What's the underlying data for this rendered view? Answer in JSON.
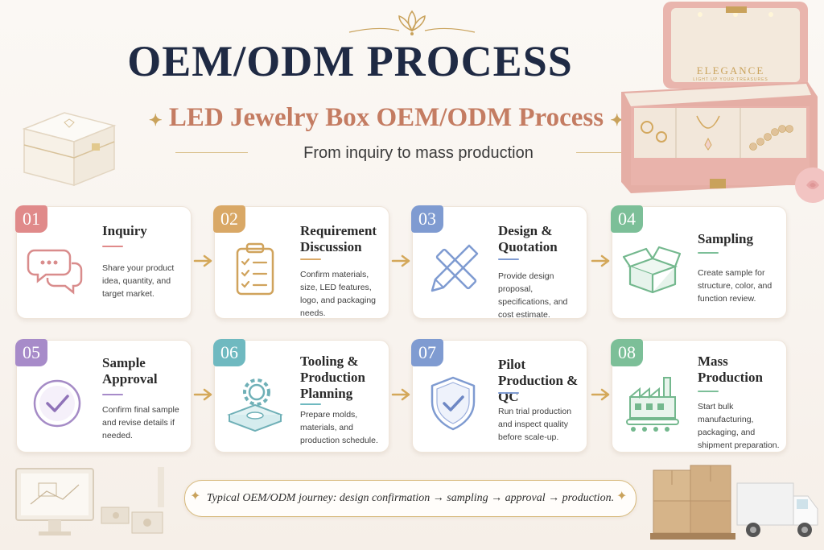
{
  "header": {
    "title": "OEM/ODM PROCESS",
    "subtitle": "LED Jewelry Box OEM/ODM Process",
    "tagline": "From inquiry to mass production"
  },
  "illustration": {
    "box_brand": "ELEGANCE",
    "box_slogan": "LIGHT UP YOUR TREASURES"
  },
  "steps": [
    {
      "num": "01",
      "title": "Inquiry",
      "desc": "Share your product idea, quantity, and target market.",
      "color": "#e08a8a",
      "icon": "chat-bubbles-icon"
    },
    {
      "num": "02",
      "title": "Requirement Discussion",
      "desc": "Confirm materials, size, LED features, logo, and packaging needs.",
      "color": "#d9a866",
      "icon": "clipboard-checklist-icon"
    },
    {
      "num": "03",
      "title": "Design & Quotation",
      "desc": "Provide design proposal, specifications, and cost estimate.",
      "color": "#7f9bd1",
      "icon": "ruler-pencil-icon"
    },
    {
      "num": "04",
      "title": "Sampling",
      "desc": "Create sample for structure, color, and function review.",
      "color": "#7cbf98",
      "icon": "open-box-icon"
    },
    {
      "num": "05",
      "title": "Sample Approval",
      "desc": "Confirm final sample and revise details if needed.",
      "color": "#a78bc9",
      "icon": "check-circle-icon"
    },
    {
      "num": "06",
      "title": "Tooling & Production Planning",
      "desc": "Prepare molds, materials, and production schedule.",
      "color": "#6fb9c0",
      "icon": "gear-mold-icon"
    },
    {
      "num": "07",
      "title": "Pilot Production & QC",
      "desc": "Run trial production and inspect quality before scale-up.",
      "color": "#7f9bd1",
      "icon": "shield-check-icon"
    },
    {
      "num": "08",
      "title": "Mass Production",
      "desc": "Start bulk manufacturing, packaging, and shipment preparation.",
      "color": "#7cbf98",
      "icon": "factory-icon"
    }
  ],
  "footer": {
    "journey": "Typical OEM/ODM journey: design confirmation → sampling → approval → production."
  }
}
